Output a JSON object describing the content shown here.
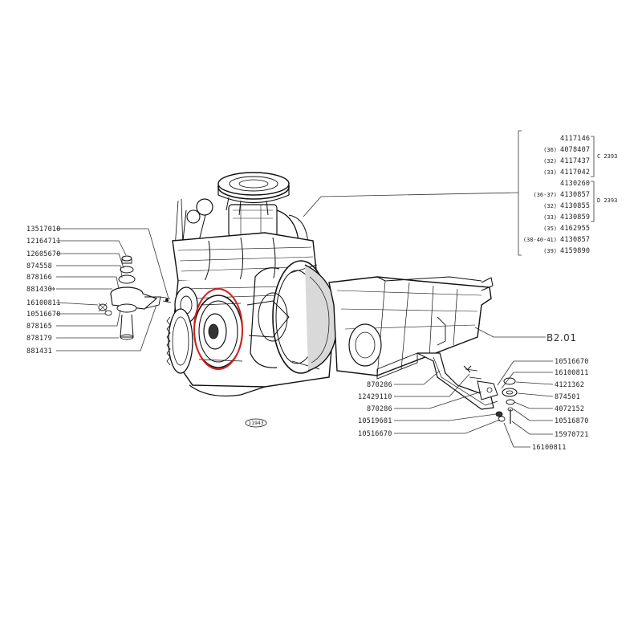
{
  "left_labels": [
    "13517010",
    "12164711",
    "12605670",
    "874558",
    "878166",
    "881430",
    "16100811",
    "10516670",
    "878165",
    "878179",
    "881431"
  ],
  "right_group": {
    "rows": [
      {
        "prefix": "",
        "part": "4117146"
      },
      {
        "prefix": "(36)",
        "part": "4078407"
      },
      {
        "prefix": "(32)",
        "part": "4117437"
      },
      {
        "prefix": "(33)",
        "part": "4117042"
      },
      {
        "prefix": "",
        "part": "4130260"
      },
      {
        "prefix": "(36-37)",
        "part": "4130857"
      },
      {
        "prefix": "(32)",
        "part": "4130855"
      },
      {
        "prefix": "(33)",
        "part": "4130859"
      },
      {
        "prefix": "(35)",
        "part": "4162955"
      },
      {
        "prefix": "(38-40-41)",
        "part": "4130857"
      },
      {
        "prefix": "(39)",
        "part": "4159890"
      }
    ],
    "bracket_c": "C 2393",
    "bracket_d": "D 2393"
  },
  "gearbox_ref": "B2.01",
  "right_lower_labels": [
    "10516670",
    "16100811",
    "4121362",
    "874501",
    "4072152",
    "10516870",
    "15970721",
    "16100811"
  ],
  "center_lower_labels": [
    "870286",
    "12429110",
    "870286",
    "10519601",
    "10516670"
  ],
  "figure_number": "11943",
  "highlight": {
    "color": "#d42020",
    "target": "crankshaft pulley"
  }
}
